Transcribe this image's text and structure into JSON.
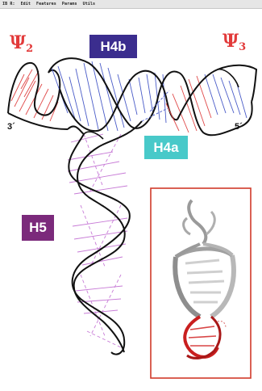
{
  "menu": {
    "items": [
      "IB R:",
      "Edit",
      "Features",
      "Params",
      "Utils"
    ]
  },
  "labels": {
    "psi2": {
      "symbol": "Ψ",
      "sub": "2"
    },
    "psi3": {
      "symbol": "Ψ",
      "sub": "3"
    },
    "h4b": "H4b",
    "h4a": "H4a",
    "h5": "H5",
    "end3": "3´",
    "end5": "5´"
  },
  "colors": {
    "psi": "#e23a3a",
    "h4b_box": "#3b2d8e",
    "h4a_box": "#48c9c9",
    "h5_box": "#7b2a7b",
    "blue_strand": "#4a5cc8",
    "red_strand": "#e04848",
    "violet_strand": "#c77ad6",
    "inset_frame": "#d03a2a"
  }
}
